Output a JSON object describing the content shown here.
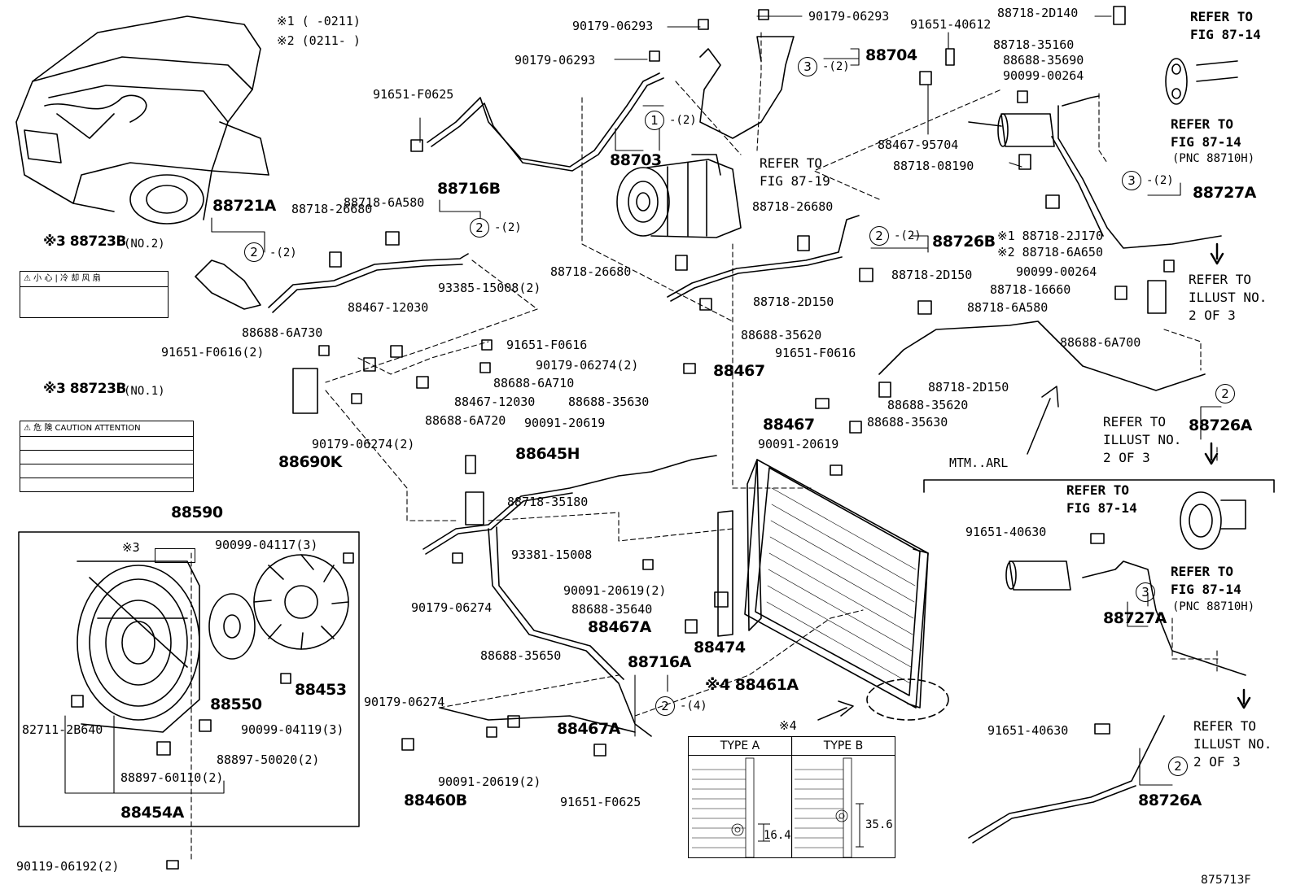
{
  "diagram": {
    "figure_code": "875713F",
    "variant_notes": {
      "n1": "※1 (      -0211)",
      "n2": "※2 (0211-      )"
    },
    "labels": {
      "90179_06293_a": "90179-06293",
      "90179_06293_b": "90179-06293",
      "90179_06293_c": "90179-06293",
      "91651_F0625_a": "91651-F0625",
      "91651_F0625_b": "91651-F0625",
      "88703": "88703",
      "88704": "88704",
      "qty2_88704": "-(2)",
      "qty2_88703": "-(2)",
      "91651_40612": "91651-40612",
      "88718_2D140": "88718-2D140",
      "88718_35160": "88718-35160",
      "88688_35690": "88688-35690",
      "90099_00264_a": "90099-00264",
      "90099_00264_b": "90099-00264",
      "88467_95704": "88467-95704",
      "88718_08190": "88718-08190",
      "88727A_a": "88727A",
      "88727A_b": "88727A",
      "qty2_88727A": "-(2)",
      "88721A": "88721A",
      "qty2_88721A": "-(2)",
      "88718_6A580_a": "88718-6A580",
      "88718_6A580_b": "88718-6A580",
      "88716B": "88716B",
      "qty2_88716B": "-(2)",
      "88718_26680_a": "88718-26680",
      "88718_26680_b": "88718-26680",
      "88718_26680_c": "88718-26680",
      "88726B": "88726B",
      "qty2_88726B": "-(2)",
      "88718_2J170": "※1 88718-2J170",
      "88718_6A650": "※2 88718-6A650",
      "88718_2D150_a": "88718-2D150",
      "88718_2D150_b": "88718-2D150",
      "88718_2D150_c": "88718-2D150",
      "88718_16660": "88718-16660",
      "88688_6A700": "88688-6A700",
      "88723B_no2": "※3 88723B",
      "88723B_no2_suffix": "(NO.2)",
      "88723B_no1": "※3 88723B",
      "88723B_no1_suffix": "(NO.1)",
      "plate2_text": "⚠ 小 心 | 冷 却 风 扇",
      "plate1_text": "⚠ 危  険  CAUTION  ATTENTION",
      "88688_6A730": "88688-6A730",
      "91651_F0616_2": "91651-F0616(2)",
      "88467_12030_a": "88467-12030",
      "88467_12030_b": "88467-12030",
      "93385_15008_2": "93385-15008(2)",
      "91651_F0616_a": "91651-F0616",
      "91651_F0616_b": "91651-F0616",
      "88688_35620_a": "88688-35620",
      "88688_35620_b": "88688-35620",
      "90179_06274_2a": "90179-06274(2)",
      "90179_06274_2b": "90179-06274(2)",
      "90179_06274_a": "90179-06274",
      "90179_06274_b": "90179-06274",
      "88688_6A710": "88688-6A710",
      "88688_6A720": "88688-6A720",
      "88467_a": "88467",
      "88467_b": "88467",
      "88688_35630_a": "88688-35630",
      "88688_35630_b": "88688-35630",
      "90091_20619_a": "90091-20619",
      "90091_20619_b": "90091-20619",
      "90091_20619_2a": "90091-20619(2)",
      "90091_20619_2b": "90091-20619(2)",
      "88690K": "88690K",
      "88645H": "88645H",
      "88718_35180": "88718-35180",
      "93381_15008": "93381-15008",
      "88688_35640": "88688-35640",
      "88467A_a": "88467A",
      "88467A_b": "88467A",
      "88474": "88474",
      "88461A": "※4 88461A",
      "88716A": "88716A",
      "qty4_88716A": "-(4)",
      "88688_35650": "88688-35650",
      "88460B": "88460B",
      "88590": "88590",
      "90099_04117_3": "90099-04117(3)",
      "note3_small": "※3",
      "88550": "88550",
      "88453": "88453",
      "90099_04119_3": "90099-04119(3)",
      "82711_2B640": "82711-2B640",
      "88897_50020_2": "88897-50020(2)",
      "88897_60110_2": "88897-60110(2)",
      "88454A": "88454A",
      "90119_06192_2": "90119-06192(2)",
      "refer_87_19": "REFER TO\nFIG 87-19",
      "refer_87_14_top": "REFER TO\nFIG 87-14",
      "refer_87_14_pnc_a": "REFER TO\nFIG 87-14",
      "pnc_a": "(PNC 88710H)",
      "refer_illust_a": "REFER TO\nILLUST NO.\n2 OF 3",
      "refer_illust_b": "REFER TO\nILLUST NO.\n2 OF 3",
      "refer_illust_c": "REFER TO\nILLUST NO.\n2 OF 3",
      "88726A_a": "88726A",
      "88726A_b": "88726A",
      "mtm_arl": "MTM..ARL",
      "refer_87_14_mtm": "REFER TO\nFIG 87-14",
      "refer_87_14_pnc_b": "REFER TO\nFIG 87-14",
      "pnc_b": "(PNC 88710H)",
      "91651_40630_a": "91651-40630",
      "91651_40630_b": "91651-40630",
      "note4": "※4",
      "type_a": "TYPE A",
      "type_b": "TYPE B",
      "dim_a": "16.4",
      "dim_b": "35.6"
    },
    "callout_numbers": {
      "one": "1",
      "two": "2",
      "three": "3"
    }
  }
}
